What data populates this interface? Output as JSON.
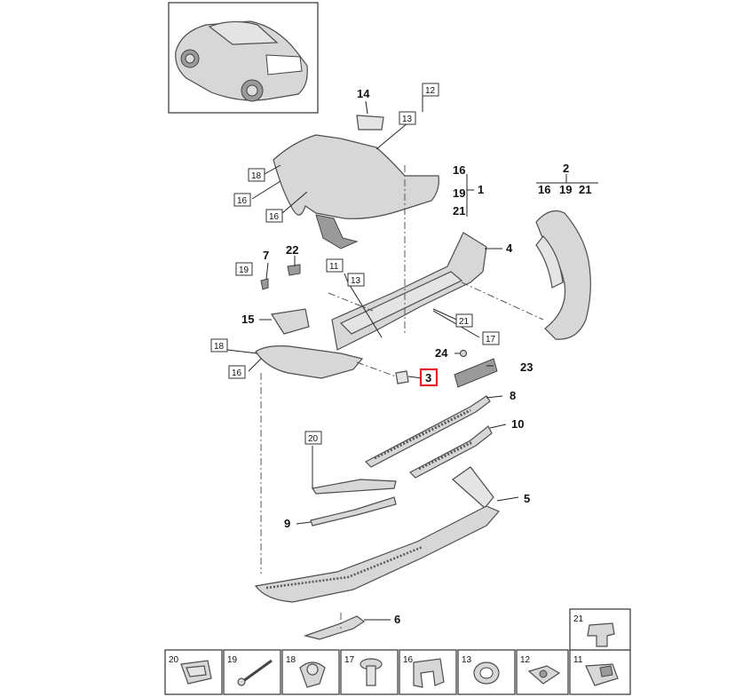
{
  "callouts": [
    {
      "id": "c14",
      "text": "14"
    },
    {
      "id": "c12",
      "text": "12"
    },
    {
      "id": "c13a",
      "text": "13"
    },
    {
      "id": "c18a",
      "text": "18"
    },
    {
      "id": "c16a",
      "text": "16"
    },
    {
      "id": "c16b",
      "text": "16"
    },
    {
      "id": "c16g",
      "text": "16"
    },
    {
      "id": "c19g",
      "text": "19"
    },
    {
      "id": "c21g",
      "text": "21"
    },
    {
      "id": "c1",
      "text": "1"
    },
    {
      "id": "c2",
      "text": "2"
    },
    {
      "id": "c2a",
      "text": "16"
    },
    {
      "id": "c2b",
      "text": "19"
    },
    {
      "id": "c2c",
      "text": "21"
    },
    {
      "id": "c4",
      "text": "4"
    },
    {
      "id": "c7",
      "text": "7"
    },
    {
      "id": "c22",
      "text": "22"
    },
    {
      "id": "c19a",
      "text": "19"
    },
    {
      "id": "c11a",
      "text": "11"
    },
    {
      "id": "c13b",
      "text": "13"
    },
    {
      "id": "c15",
      "text": "15"
    },
    {
      "id": "c18b",
      "text": "18"
    },
    {
      "id": "c16c",
      "text": "16"
    },
    {
      "id": "c21a",
      "text": "21"
    },
    {
      "id": "c17a",
      "text": "17"
    },
    {
      "id": "c24",
      "text": "24"
    },
    {
      "id": "c3",
      "text": "3"
    },
    {
      "id": "c23",
      "text": "23"
    },
    {
      "id": "c8",
      "text": "8"
    },
    {
      "id": "c10",
      "text": "10"
    },
    {
      "id": "c20a",
      "text": "20"
    },
    {
      "id": "c5",
      "text": "5"
    },
    {
      "id": "c9",
      "text": "9"
    },
    {
      "id": "c6",
      "text": "6"
    }
  ],
  "fasteners": [
    {
      "num": "20"
    },
    {
      "num": "19"
    },
    {
      "num": "18"
    },
    {
      "num": "17"
    },
    {
      "num": "16"
    },
    {
      "num": "13"
    },
    {
      "num": "12"
    },
    {
      "num": "11"
    },
    {
      "num": "21"
    }
  ]
}
